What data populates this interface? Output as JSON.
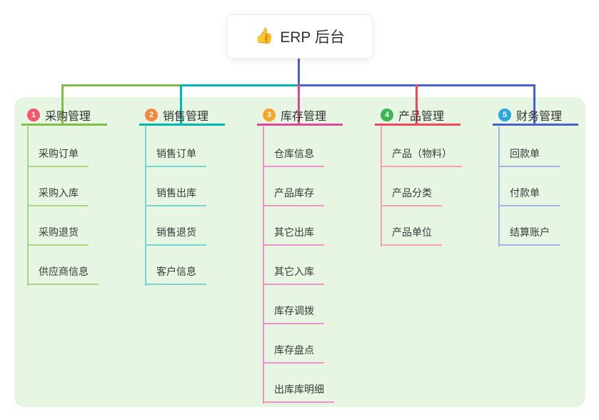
{
  "root": {
    "emoji": "👍",
    "emoji_icon": "thumbs-up-icon",
    "label": "ERP 后台"
  },
  "canvas": {
    "background_color": "#ffffff",
    "panel_color": "#e7f5e3",
    "stem_color": "#4a5fd0",
    "text_color": "#3a3a3a"
  },
  "branches": [
    {
      "number": "1",
      "label": "采购管理",
      "badge_color": "#f2576b",
      "line_color": "#80bf45",
      "child_line_color": "#a9d67f",
      "children": [
        "采购订单",
        "采购入库",
        "采购退货",
        "供应商信息"
      ]
    },
    {
      "number": "2",
      "label": "销售管理",
      "badge_color": "#f6873f",
      "line_color": "#00b8ae",
      "child_line_color": "#79d6cf",
      "children": [
        "销售订单",
        "销售出库",
        "销售退货",
        "客户信息"
      ]
    },
    {
      "number": "3",
      "label": "库存管理",
      "badge_color": "#f7a62a",
      "line_color": "#e2459c",
      "child_line_color": "#f092c7",
      "children": [
        "仓库信息",
        "产品库存",
        "其它出库",
        "其它入库",
        "库存调拨",
        "库存盘点",
        "出库库明细"
      ]
    },
    {
      "number": "4",
      "label": "产品管理",
      "badge_color": "#3eb554",
      "line_color": "#f4455a",
      "child_line_color": "#f9a1a6",
      "children": [
        "产品（物料）",
        "产品分类",
        "产品单位"
      ]
    },
    {
      "number": "5",
      "label": "财务管理",
      "badge_color": "#2aa7e1",
      "line_color": "#4a5fd0",
      "child_line_color": "#9fb4e8",
      "children": [
        "回款单",
        "付款单",
        "结算账户"
      ]
    }
  ]
}
